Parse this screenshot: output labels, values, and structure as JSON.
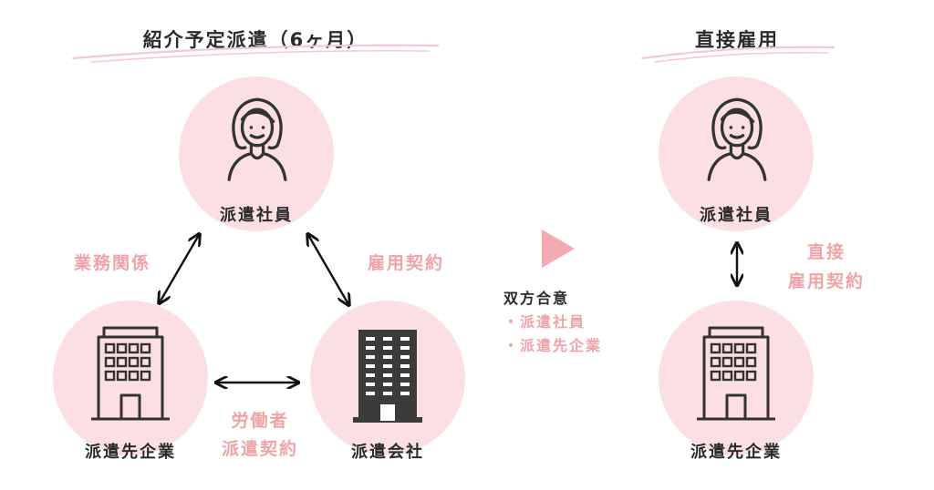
{
  "left_panel": {
    "title": "紹介予定派遣（6ヶ月）",
    "worker_label": "派遣社員",
    "client_label": "派遣先企業",
    "agency_label": "派遣会社",
    "rel_business": "業務関係",
    "rel_employment": "雇用契約",
    "rel_dispatch_line1": "労働者",
    "rel_dispatch_line2": "派遣契約"
  },
  "middle": {
    "agreement_title": "双方合意",
    "items": [
      "・派遣社員",
      "・派遣先企業"
    ]
  },
  "right_panel": {
    "title": "直接雇用",
    "worker_label": "派遣社員",
    "client_label": "派遣先企業",
    "rel_direct_line1": "直接",
    "rel_direct_line2": "雇用契約"
  },
  "colors": {
    "circle_fill": "#fbdfe3",
    "accent_pink": "#f0a3a7",
    "text_dark": "#2b2b2b",
    "arrow_pink": "#f6a9b0"
  }
}
